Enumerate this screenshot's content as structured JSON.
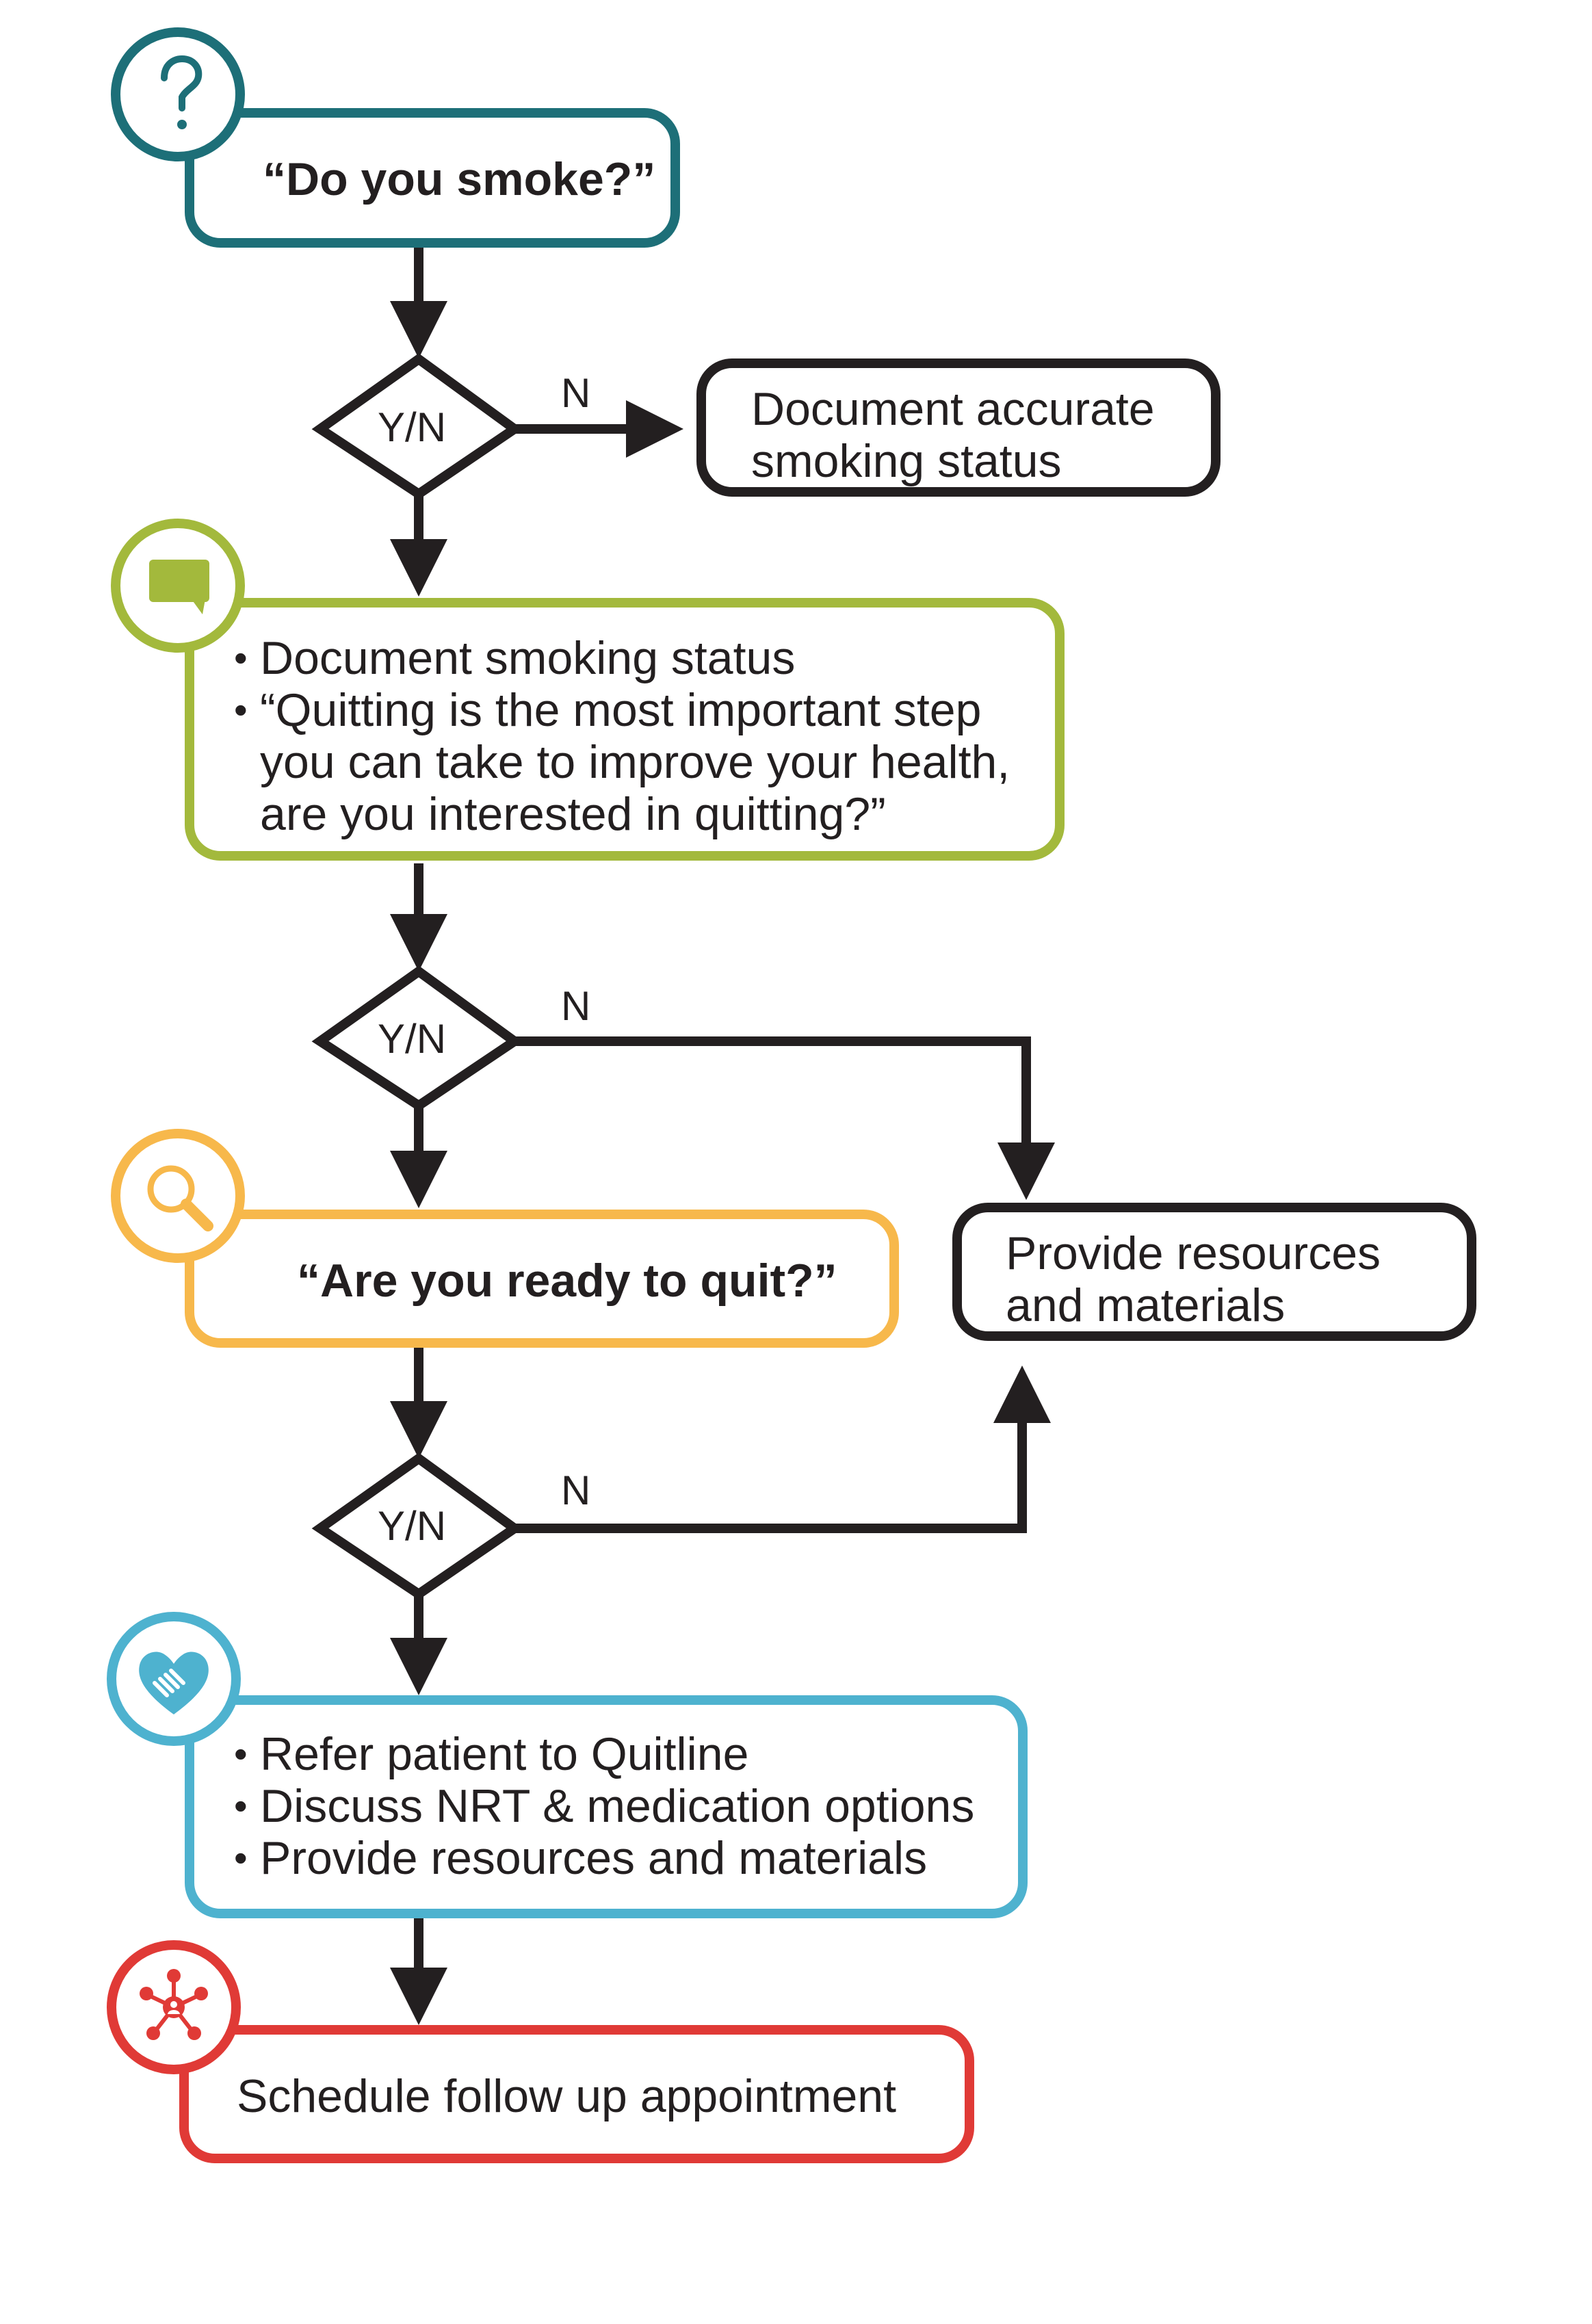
{
  "start": {
    "question": "“Do you smoke?”"
  },
  "decisions": [
    {
      "label": "Y/N",
      "no_label": "N"
    },
    {
      "label": "Y/N",
      "no_label": "N"
    },
    {
      "label": "Y/N",
      "no_label": "N"
    }
  ],
  "document_status": {
    "line1": "Document accurate",
    "line2": "smoking status"
  },
  "advise": {
    "bullets": [
      {
        "text": "Document smoking status"
      },
      {
        "text": "“Quitting is the most important step",
        "cont": [
          "you can take to improve your health,",
          "are you interested in quitting?”"
        ]
      }
    ]
  },
  "ready": {
    "question": "“Are you ready to quit?”"
  },
  "resources": {
    "line1": "Provide resources",
    "line2": "and materials"
  },
  "assist": {
    "bullets": [
      "Refer patient to Quitline",
      "Discuss NRT & medication options",
      "Provide resources and materials"
    ]
  },
  "followup": {
    "text": "Schedule follow up appointment"
  },
  "icons": {
    "ask": "question-mark-icon",
    "advise": "speech-bubble-icon",
    "assess": "magnifier-icon",
    "assist": "heart-handshake-icon",
    "arrange": "network-people-icon"
  },
  "colors": {
    "ask": "#1d6f78",
    "advise": "#a3b93c",
    "assess": "#f7b84b",
    "assist": "#4eb2cf",
    "arrange": "#e03a36",
    "ink": "#231f20"
  }
}
